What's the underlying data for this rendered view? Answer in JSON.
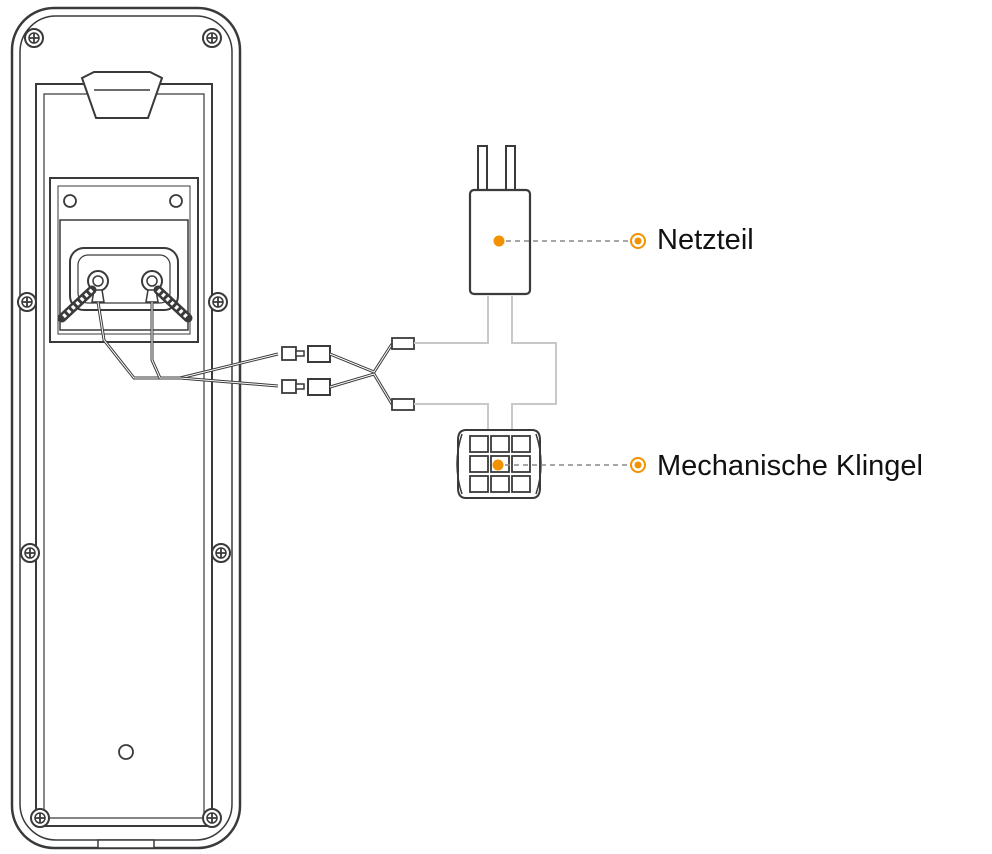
{
  "labels": {
    "power_supply": "Netzteil",
    "mechanical_chime": "Mechanische Klingel"
  },
  "icons": {
    "power_supply": "power-adapter-icon",
    "mechanical_chime": "mechanical-chime-icon",
    "doorbell": "video-doorbell-back-icon",
    "callout_marker": "orange-dot-marker"
  },
  "colors": {
    "accent": "#f39200",
    "outline": "#3a3a3a",
    "wire_light": "#c8c8c8",
    "leader_line": "#8a8a8a"
  }
}
